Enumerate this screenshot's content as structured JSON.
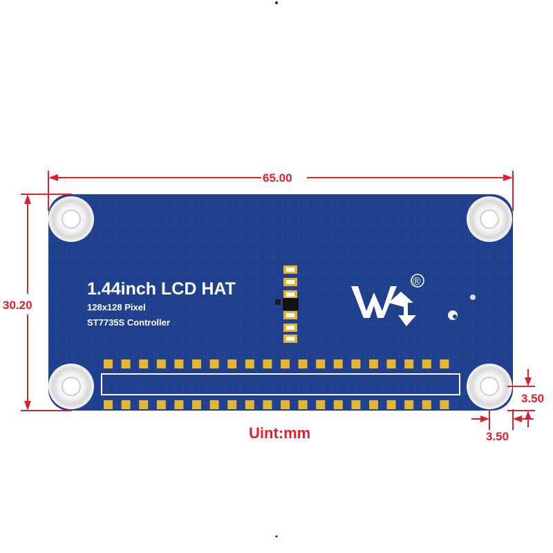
{
  "board": {
    "title": "1.44inch LCD HAT",
    "line1": "128x128 Pixel",
    "line2": "ST7735S Controller",
    "logo_mark": "®",
    "pcb_color": "#1f3f8f",
    "pad_color": "#e6b52e"
  },
  "dimensions": {
    "width": "65.00",
    "height": "30.20",
    "hole_offset_y": "3.50",
    "hole_offset_x": "3.50",
    "unit_label": "Uint:mm",
    "color": "#e0202a"
  }
}
